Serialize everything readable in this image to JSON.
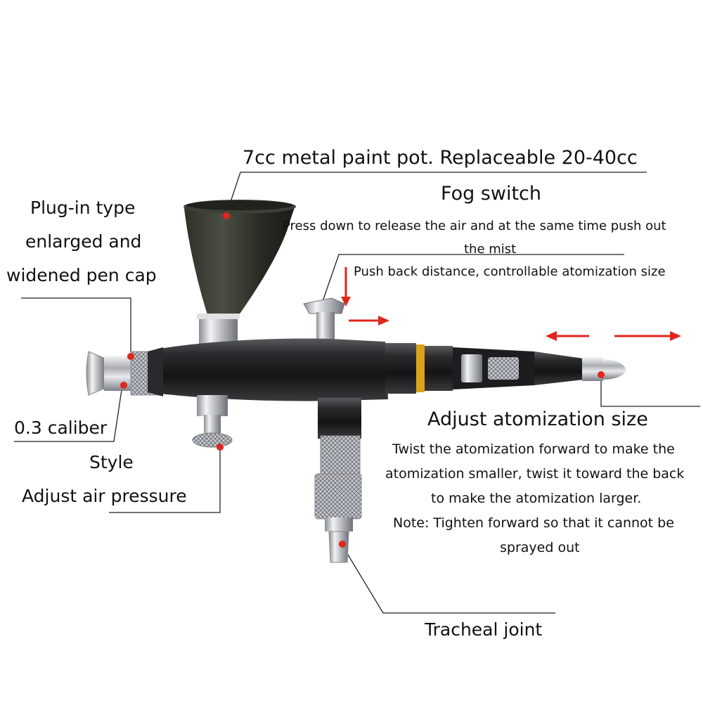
{
  "labels": {
    "paint_pot": "7cc metal paint pot. Replaceable 20-40cc",
    "fog_switch": "Fog switch",
    "fog_desc_1": "Press down to release the air and at the same time push out",
    "fog_desc_2": "the mist",
    "fog_desc_3": "Push back distance, controllable atomization size",
    "pen_cap_1": "Plug-in type",
    "pen_cap_2": "enlarged and",
    "pen_cap_3": "widened pen cap",
    "caliber": "0.3 caliber",
    "style": "Style",
    "air_pressure": "Adjust air pressure",
    "atomization_title": "Adjust atomization size",
    "atom_desc_1": "Twist the atomization forward to make the",
    "atom_desc_2": "atomization smaller, twist it toward the back",
    "atom_desc_3": "to make the atomization larger.",
    "atom_desc_4": "Note: Tighten forward so that it cannot be",
    "atom_desc_5": "sprayed out",
    "tracheal": "Tracheal joint"
  },
  "colors": {
    "arrow": "#e0261e",
    "dot": "#e0261e",
    "leader": "#222222",
    "body": "#1c1c1e",
    "chrome": "#c9ccd1",
    "gold_ring": "#d9a21b"
  }
}
